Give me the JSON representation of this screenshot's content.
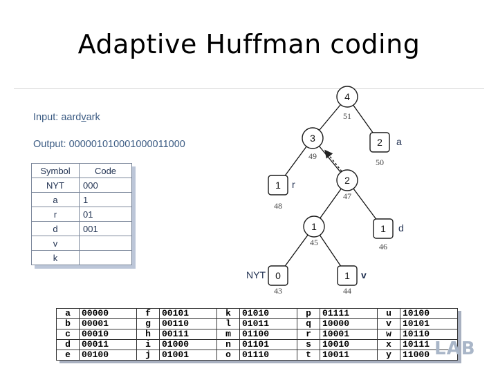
{
  "slide": {
    "title": "Adaptive Huffman coding",
    "input_label": "Input: ",
    "input_before": "aard",
    "input_underlined": "v",
    "input_after": "ark",
    "output_text": "Output: 000001010001000011000",
    "logo": "LAB"
  },
  "symbol_table": {
    "headers": [
      "Symbol",
      "Code"
    ],
    "rows": [
      {
        "symbol": "NYT",
        "code": "000"
      },
      {
        "symbol": "a",
        "code": "1"
      },
      {
        "symbol": "r",
        "code": "01"
      },
      {
        "symbol": "d",
        "code": "001"
      },
      {
        "symbol": "v",
        "code": ""
      },
      {
        "symbol": "k",
        "code": ""
      }
    ]
  },
  "tree": {
    "nodes": [
      {
        "id": "root",
        "weight": "4",
        "number": "51",
        "label": ""
      },
      {
        "id": "n49",
        "weight": "3",
        "number": "49",
        "label": ""
      },
      {
        "id": "n50",
        "weight": "2",
        "number": "50",
        "label": "a"
      },
      {
        "id": "n48",
        "weight": "1",
        "number": "48",
        "label": "r"
      },
      {
        "id": "n47",
        "weight": "2",
        "number": "47",
        "label": ""
      },
      {
        "id": "n45",
        "weight": "1",
        "number": "45",
        "label": ""
      },
      {
        "id": "n46",
        "weight": "1",
        "number": "46",
        "label": "d"
      },
      {
        "id": "n43",
        "weight": "0",
        "number": "43",
        "label": "NYT"
      },
      {
        "id": "n44",
        "weight": "1",
        "number": "44",
        "label": "v"
      }
    ],
    "edges": [
      [
        "root",
        "n49"
      ],
      [
        "root",
        "n50"
      ],
      [
        "n49",
        "n48"
      ],
      [
        "n49",
        "n47"
      ],
      [
        "n47",
        "n45"
      ],
      [
        "n47",
        "n46"
      ],
      [
        "n45",
        "n43"
      ],
      [
        "n45",
        "n44"
      ]
    ],
    "swap_arrow": {
      "from": "n47",
      "to": "n49"
    }
  },
  "code_table": {
    "rows": [
      [
        [
          "a",
          "00000"
        ],
        [
          "f",
          "00101"
        ],
        [
          "k",
          "01010"
        ],
        [
          "p",
          "01111"
        ],
        [
          "u",
          "10100"
        ]
      ],
      [
        [
          "b",
          "00001"
        ],
        [
          "g",
          "00110"
        ],
        [
          "l",
          "01011"
        ],
        [
          "q",
          "10000"
        ],
        [
          "v",
          "10101"
        ]
      ],
      [
        [
          "c",
          "00010"
        ],
        [
          "h",
          "00111"
        ],
        [
          "m",
          "01100"
        ],
        [
          "r",
          "10001"
        ],
        [
          "w",
          "10110"
        ]
      ],
      [
        [
          "d",
          "00011"
        ],
        [
          "i",
          "01000"
        ],
        [
          "n",
          "01101"
        ],
        [
          "s",
          "10010"
        ],
        [
          "x",
          "10111"
        ]
      ],
      [
        [
          "e",
          "00100"
        ],
        [
          "j",
          "01001"
        ],
        [
          "o",
          "01110"
        ],
        [
          "t",
          "10011"
        ],
        [
          "y",
          "11000"
        ]
      ]
    ]
  }
}
